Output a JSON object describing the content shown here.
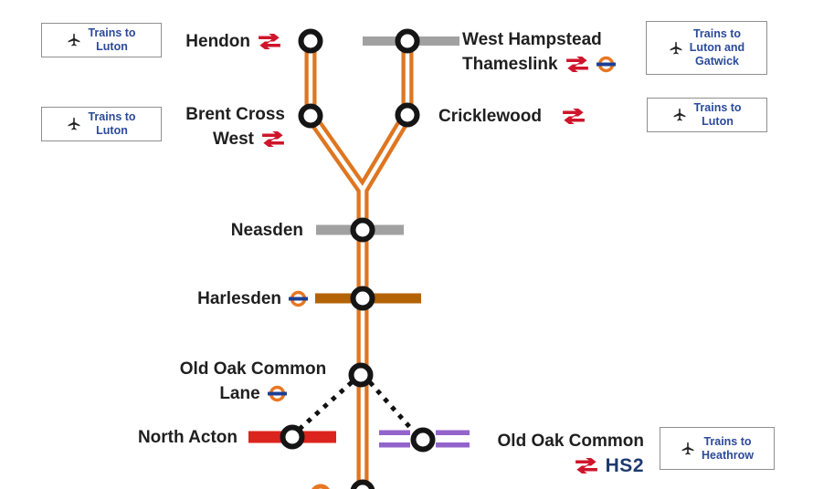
{
  "stations": {
    "hendon": {
      "name": "Hendon"
    },
    "west_hampstead_thameslink": {
      "line1": "West Hampstead",
      "line2": "Thameslink"
    },
    "brent_cross_west": {
      "line1": "Brent Cross",
      "line2": "West"
    },
    "cricklewood": {
      "name": "Cricklewood"
    },
    "neasden": {
      "name": "Neasden"
    },
    "harlesden": {
      "name": "Harlesden"
    },
    "old_oak_common_lane": {
      "line1": "Old Oak Common",
      "line2": "Lane"
    },
    "north_acton": {
      "name": "North Acton"
    },
    "old_oak_common": {
      "name": "Old Oak Common",
      "hs2_label": "HS2"
    }
  },
  "airport_boxes": {
    "hendon_luton": {
      "lines": [
        "Trains to",
        "Luton"
      ]
    },
    "brent_cross_luton": {
      "lines": [
        "Trains to",
        "Luton"
      ]
    },
    "west_hampstead_luton_gatwick": {
      "lines": [
        "Trains to",
        "Luton and",
        "Gatwick"
      ]
    },
    "cricklewood_luton": {
      "lines": [
        "Trains to",
        "Luton"
      ]
    },
    "old_oak_common_heathrow": {
      "lines": [
        "Trains to",
        "Heathrow"
      ]
    }
  },
  "icons": {
    "national_rail": "red double-arrow (National Rail)",
    "overground_roundel": "orange ring with navy bar (TfL roundel)",
    "airplane": "black airplane pointing up",
    "station_interchange": "white circle with black ring"
  },
  "colors": {
    "route_orange": "#DE7621",
    "bakerloo_brown": "#B36305",
    "central_red": "#DC241F",
    "elizabeth_purple": "#9364CC",
    "interchange_gray": "#A1A1A1",
    "roundel_orange": "#E87722",
    "roundel_navy": "#1C3F94",
    "nr_icon_red": "#CF142B",
    "hs2_navy": "#1D3A6D",
    "airport_box_text_blue": "#2B4A9B",
    "dotted_link_black": "#111111"
  }
}
